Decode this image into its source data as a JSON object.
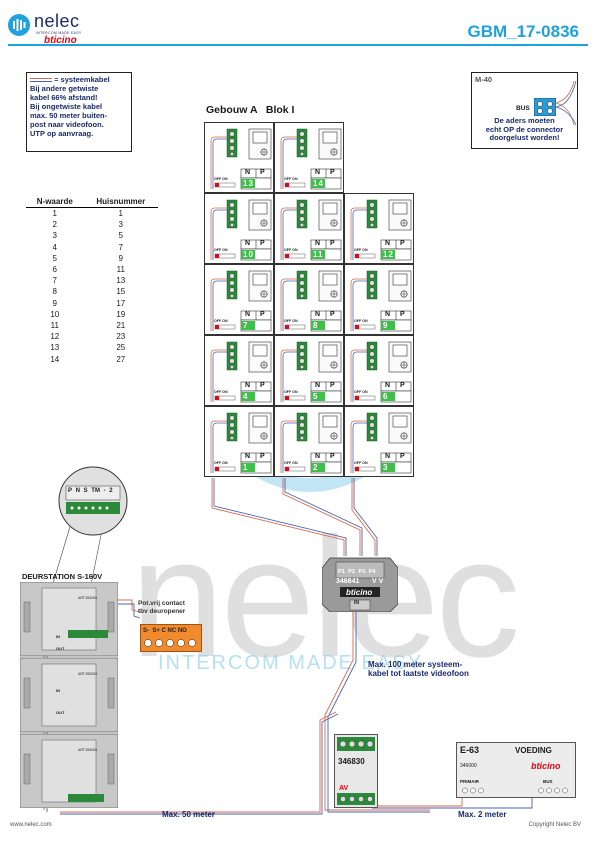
{
  "header": {
    "logo_text": "nelec",
    "logo_tagline": "INTERCOM MADE EASY",
    "logo_brand": "bticino",
    "doc_code": "GBM_17-0836"
  },
  "legend": {
    "title": "= systeemkabel",
    "lines": [
      "Bij andere getwiste",
      "kabel 66% afstand!",
      "Bij ongetwiste kabel",
      "max. 50 meter buiten-",
      "post naar videofoon.",
      "UTP op aanvraag."
    ]
  },
  "m40": {
    "label": "M-40",
    "bus_label": "BUS",
    "note": [
      "De aders moeten",
      "echt OP de connector",
      "doorgelust worden!"
    ]
  },
  "table": {
    "headers": [
      "N-waarde",
      "Huisnummer"
    ],
    "rows": [
      [
        "1",
        "1"
      ],
      [
        "2",
        "3"
      ],
      [
        "3",
        "5"
      ],
      [
        "4",
        "7"
      ],
      [
        "5",
        "9"
      ],
      [
        "6",
        "11"
      ],
      [
        "7",
        "13"
      ],
      [
        "8",
        "15"
      ],
      [
        "9",
        "17"
      ],
      [
        "10",
        "19"
      ],
      [
        "11",
        "21"
      ],
      [
        "12",
        "23"
      ],
      [
        "13",
        "25"
      ],
      [
        "14",
        "27"
      ]
    ]
  },
  "building": {
    "title": "Gebouw A   Blok I",
    "switch_label": "OFF ON",
    "n_label": "N",
    "p_label": "P",
    "units": [
      "13",
      "14",
      "10",
      "11",
      "12",
      "7",
      "8",
      "9",
      "4",
      "5",
      "6",
      "1",
      "2",
      "3"
    ]
  },
  "distributor": {
    "ports": [
      "P1",
      "P2",
      "P3",
      "P4"
    ],
    "code": "346841",
    "vv": "V V",
    "brand": "bticino",
    "in_label": "IN"
  },
  "door_station": {
    "title": "DEURSTATION S-160V",
    "terminals": [
      "P",
      "N",
      "S",
      "TM",
      "-",
      "2"
    ],
    "module_code_1": "ART.351000",
    "module_code_2": "ART.352000",
    "module_code_3": "ART.353000",
    "in_label": "IN",
    "out_label": "OUT"
  },
  "contact": {
    "title_1": "Pot.vrij contact",
    "title_2": "tbv deuropener",
    "terminals": "S-  S+ C NC NO"
  },
  "notes": {
    "max100": [
      "Max. 100 meter systeem-",
      "kabel tot laatste videofoon"
    ],
    "max50": "Max. 50 meter",
    "max2": "Max. 2 meter"
  },
  "module_346830": {
    "code": "346830",
    "av_label": "AV"
  },
  "psu": {
    "code_e63": "E-63",
    "label": "VOEDING",
    "brand": "bticino",
    "part": "346000",
    "primair": "PRIMAIR",
    "bus_label": "BUS"
  },
  "footer": {
    "website": "www.nelec.com",
    "copyright": "Copyright Nelec BV"
  },
  "watermark": {
    "big": "nelec",
    "sub": "INTERCOM MADE EASY"
  }
}
